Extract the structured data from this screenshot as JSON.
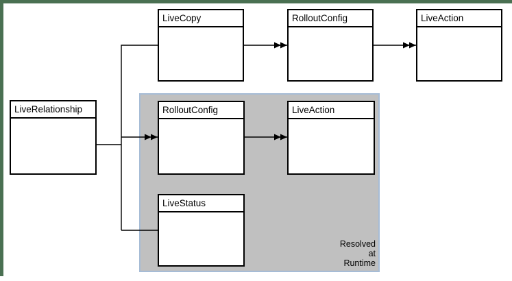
{
  "diagram": {
    "type": "uml-class-diagram",
    "nodes": {
      "live_copy": {
        "label": "LiveCopy"
      },
      "rollout_config_top": {
        "label": "RolloutConfig"
      },
      "live_action_top": {
        "label": "LiveAction"
      },
      "live_relationship": {
        "label": "LiveRelationship"
      },
      "rollout_config_runtime": {
        "label": "RolloutConfig"
      },
      "live_action_runtime": {
        "label": "LiveAction"
      },
      "live_status": {
        "label": "LiveStatus"
      }
    },
    "runtime_group": {
      "annotation": "Resolved\nat\nRuntime",
      "members": [
        "RolloutConfig",
        "LiveAction",
        "LiveStatus"
      ],
      "fill": "#c0c0c0",
      "border_color": "#a6bcd6"
    },
    "edges": [
      {
        "from": "LiveRelationship",
        "to": "LiveCopy",
        "style": "plain"
      },
      {
        "from": "LiveCopy",
        "to": "RolloutConfig",
        "style": "double-arrow"
      },
      {
        "from": "RolloutConfig",
        "to": "LiveAction",
        "style": "double-arrow"
      },
      {
        "from": "LiveRelationship",
        "to": "RolloutConfig (runtime)",
        "style": "double-arrow"
      },
      {
        "from": "RolloutConfig (runtime)",
        "to": "LiveAction (runtime)",
        "style": "double-arrow"
      },
      {
        "from": "LiveRelationship",
        "to": "LiveStatus",
        "style": "plain"
      }
    ],
    "colors": {
      "background": "#ffffff",
      "frame_green": "#4a7052",
      "box_border": "#000000",
      "box_fill": "#ffffff",
      "line": "#000000",
      "group_fill": "#c0c0c0",
      "group_border": "#a6bcd6"
    }
  }
}
